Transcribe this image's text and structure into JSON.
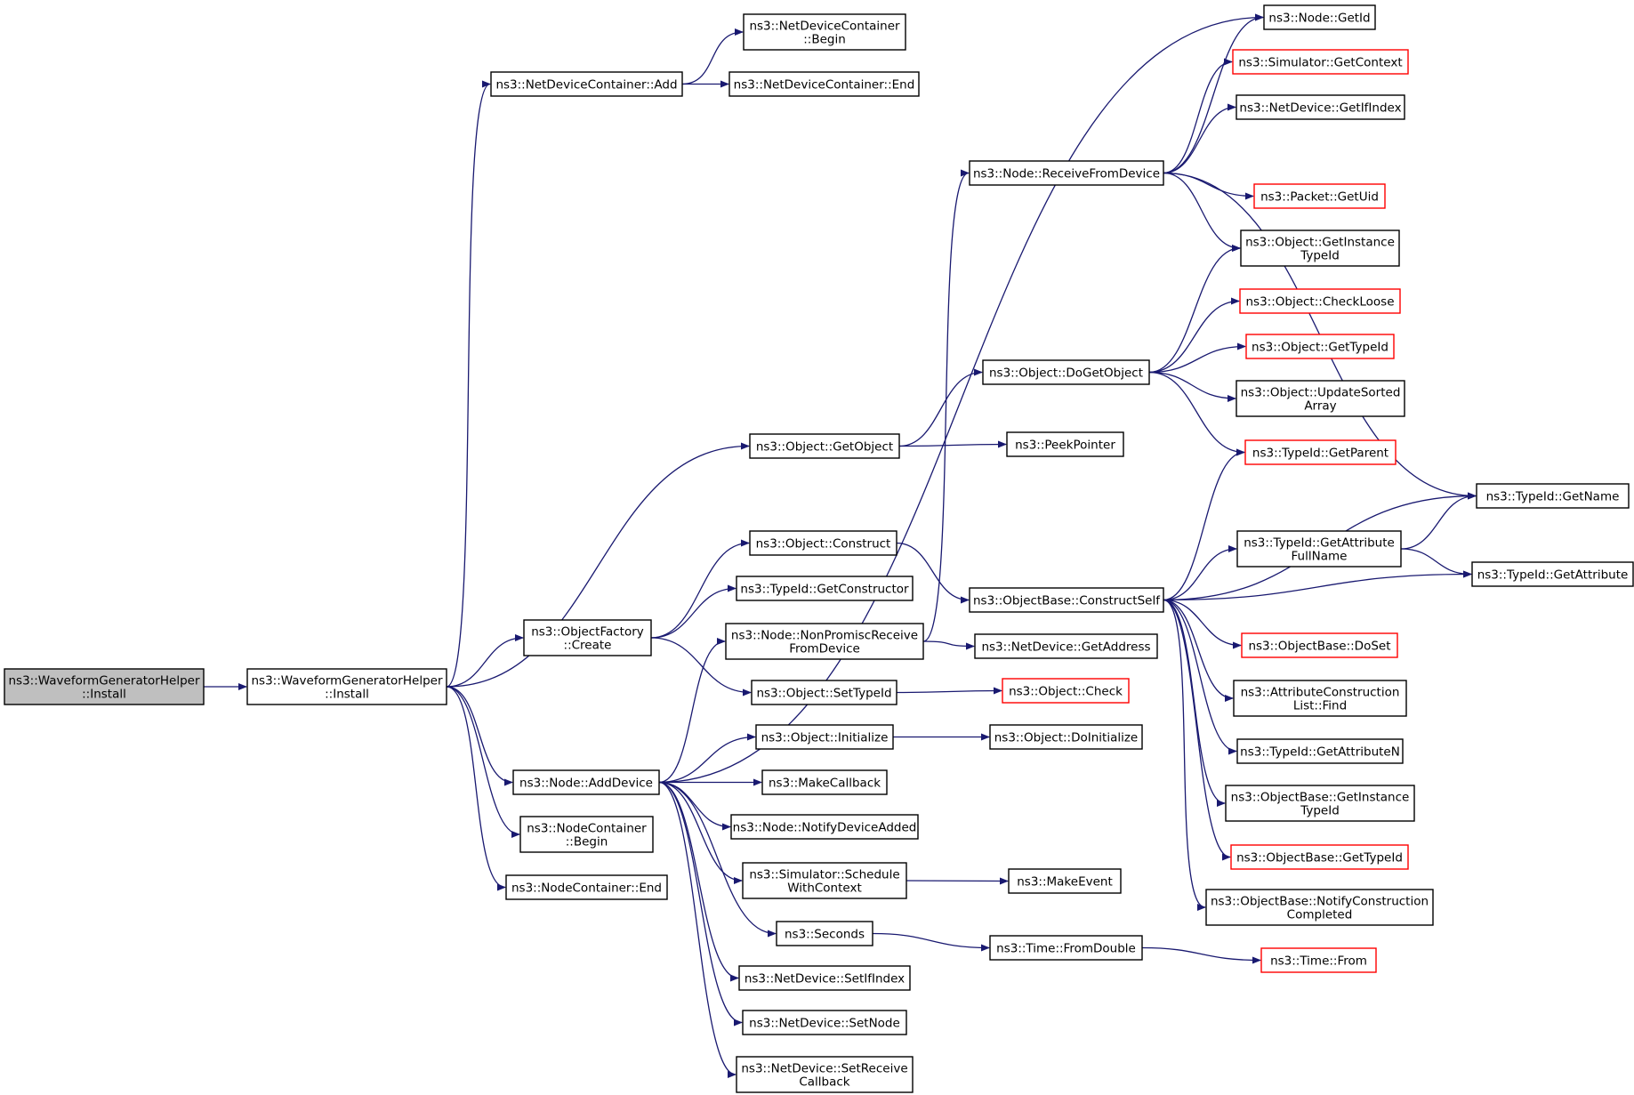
{
  "graph": {
    "nodes": [
      {
        "id": "wgh_install_root",
        "lines": [
          "ns3::WaveformGeneratorHelper",
          "::Install"
        ],
        "style": "root"
      },
      {
        "id": "wgh_install",
        "lines": [
          "ns3::WaveformGeneratorHelper",
          "::Install"
        ],
        "style": "normal"
      },
      {
        "id": "ndc_add",
        "lines": [
          "ns3::NetDeviceContainer::Add"
        ],
        "style": "normal"
      },
      {
        "id": "ndc_begin",
        "lines": [
          "ns3::NetDeviceContainer",
          "::Begin"
        ],
        "style": "normal"
      },
      {
        "id": "ndc_end",
        "lines": [
          "ns3::NetDeviceContainer::End"
        ],
        "style": "normal"
      },
      {
        "id": "objfactory_create",
        "lines": [
          "ns3::ObjectFactory",
          "::Create"
        ],
        "style": "normal"
      },
      {
        "id": "obj_getobject",
        "lines": [
          "ns3::Object::GetObject"
        ],
        "style": "normal"
      },
      {
        "id": "obj_construct",
        "lines": [
          "ns3::Object::Construct"
        ],
        "style": "normal"
      },
      {
        "id": "typeid_getconstructor",
        "lines": [
          "ns3::TypeId::GetConstructor"
        ],
        "style": "normal"
      },
      {
        "id": "node_nonpromisc",
        "lines": [
          "ns3::Node::NonPromiscReceive",
          "FromDevice"
        ],
        "style": "normal"
      },
      {
        "id": "obj_settypeid",
        "lines": [
          "ns3::Object::SetTypeId"
        ],
        "style": "normal"
      },
      {
        "id": "obj_initialize",
        "lines": [
          "ns3::Object::Initialize"
        ],
        "style": "normal"
      },
      {
        "id": "node_adddevice",
        "lines": [
          "ns3::Node::AddDevice"
        ],
        "style": "normal"
      },
      {
        "id": "makecallback",
        "lines": [
          "ns3::MakeCallback"
        ],
        "style": "normal"
      },
      {
        "id": "node_notifydeviceadded",
        "lines": [
          "ns3::Node::NotifyDeviceAdded"
        ],
        "style": "normal"
      },
      {
        "id": "sim_schedulewithcontext",
        "lines": [
          "ns3::Simulator::Schedule",
          "WithContext"
        ],
        "style": "normal"
      },
      {
        "id": "seconds",
        "lines": [
          "ns3::Seconds"
        ],
        "style": "normal"
      },
      {
        "id": "nd_setifindex",
        "lines": [
          "ns3::NetDevice::SetIfIndex"
        ],
        "style": "normal"
      },
      {
        "id": "nd_setnode",
        "lines": [
          "ns3::NetDevice::SetNode"
        ],
        "style": "normal"
      },
      {
        "id": "nd_setreceivecallback",
        "lines": [
          "ns3::NetDevice::SetReceive",
          "Callback"
        ],
        "style": "normal"
      },
      {
        "id": "nc_begin",
        "lines": [
          "ns3::NodeContainer",
          "::Begin"
        ],
        "style": "normal"
      },
      {
        "id": "nc_end",
        "lines": [
          "ns3::NodeContainer::End"
        ],
        "style": "normal"
      },
      {
        "id": "node_receivefromdevice",
        "lines": [
          "ns3::Node::ReceiveFromDevice"
        ],
        "style": "normal"
      },
      {
        "id": "obj_dogetobject",
        "lines": [
          "ns3::Object::DoGetObject"
        ],
        "style": "normal"
      },
      {
        "id": "peekpointer",
        "lines": [
          "ns3::PeekPointer"
        ],
        "style": "normal"
      },
      {
        "id": "objbase_constructself",
        "lines": [
          "ns3::ObjectBase::ConstructSelf"
        ],
        "style": "normal"
      },
      {
        "id": "nd_getaddress",
        "lines": [
          "ns3::NetDevice::GetAddress"
        ],
        "style": "normal"
      },
      {
        "id": "obj_check",
        "lines": [
          "ns3::Object::Check"
        ],
        "style": "partial"
      },
      {
        "id": "obj_doinitialize",
        "lines": [
          "ns3::Object::DoInitialize"
        ],
        "style": "normal"
      },
      {
        "id": "makeevent",
        "lines": [
          "ns3::MakeEvent"
        ],
        "style": "normal"
      },
      {
        "id": "time_fromdouble",
        "lines": [
          "ns3::Time::FromDouble"
        ],
        "style": "normal"
      },
      {
        "id": "node_getid",
        "lines": [
          "ns3::Node::GetId"
        ],
        "style": "normal"
      },
      {
        "id": "sim_getcontext",
        "lines": [
          "ns3::Simulator::GetContext"
        ],
        "style": "partial"
      },
      {
        "id": "nd_getifindex",
        "lines": [
          "ns3::NetDevice::GetIfIndex"
        ],
        "style": "normal"
      },
      {
        "id": "packet_getuid",
        "lines": [
          "ns3::Packet::GetUid"
        ],
        "style": "partial"
      },
      {
        "id": "obj_getinstancetypeid",
        "lines": [
          "ns3::Object::GetInstance",
          "TypeId"
        ],
        "style": "normal"
      },
      {
        "id": "obj_checkloose",
        "lines": [
          "ns3::Object::CheckLoose"
        ],
        "style": "partial"
      },
      {
        "id": "obj_gettypeid",
        "lines": [
          "ns3::Object::GetTypeId"
        ],
        "style": "partial"
      },
      {
        "id": "obj_updatesortedarray",
        "lines": [
          "ns3::Object::UpdateSorted",
          "Array"
        ],
        "style": "normal"
      },
      {
        "id": "typeid_getparent",
        "lines": [
          "ns3::TypeId::GetParent"
        ],
        "style": "partial"
      },
      {
        "id": "typeid_getattributefullname",
        "lines": [
          "ns3::TypeId::GetAttribute",
          "FullName"
        ],
        "style": "normal"
      },
      {
        "id": "objbase_doset",
        "lines": [
          "ns3::ObjectBase::DoSet"
        ],
        "style": "partial"
      },
      {
        "id": "attrconstructionlist_find",
        "lines": [
          "ns3::AttributeConstruction",
          "List::Find"
        ],
        "style": "normal"
      },
      {
        "id": "typeid_getattributen",
        "lines": [
          "ns3::TypeId::GetAttributeN"
        ],
        "style": "normal"
      },
      {
        "id": "objbase_getinstancetypeid",
        "lines": [
          "ns3::ObjectBase::GetInstance",
          "TypeId"
        ],
        "style": "normal"
      },
      {
        "id": "objbase_gettypeid",
        "lines": [
          "ns3::ObjectBase::GetTypeId"
        ],
        "style": "partial"
      },
      {
        "id": "objbase_notifyconstructioncompleted",
        "lines": [
          "ns3::ObjectBase::NotifyConstruction",
          "Completed"
        ],
        "style": "normal"
      },
      {
        "id": "time_from",
        "lines": [
          "ns3::Time::From"
        ],
        "style": "partial"
      },
      {
        "id": "typeid_getname",
        "lines": [
          "ns3::TypeId::GetName"
        ],
        "style": "normal"
      },
      {
        "id": "typeid_getattribute",
        "lines": [
          "ns3::TypeId::GetAttribute"
        ],
        "style": "normal"
      }
    ],
    "edges": [
      [
        "wgh_install_root",
        "wgh_install"
      ],
      [
        "wgh_install",
        "ndc_add"
      ],
      [
        "wgh_install",
        "obj_getobject"
      ],
      [
        "wgh_install",
        "objfactory_create"
      ],
      [
        "wgh_install",
        "node_adddevice"
      ],
      [
        "wgh_install",
        "nc_begin"
      ],
      [
        "wgh_install",
        "nc_end"
      ],
      [
        "ndc_add",
        "ndc_begin"
      ],
      [
        "ndc_add",
        "ndc_end"
      ],
      [
        "objfactory_create",
        "obj_construct"
      ],
      [
        "objfactory_create",
        "typeid_getconstructor"
      ],
      [
        "objfactory_create",
        "obj_settypeid"
      ],
      [
        "obj_getobject",
        "obj_dogetobject"
      ],
      [
        "obj_getobject",
        "peekpointer"
      ],
      [
        "obj_construct",
        "objbase_constructself"
      ],
      [
        "node_nonpromisc",
        "node_receivefromdevice"
      ],
      [
        "node_nonpromisc",
        "nd_getaddress"
      ],
      [
        "obj_settypeid",
        "obj_check"
      ],
      [
        "obj_initialize",
        "obj_doinitialize"
      ],
      [
        "node_adddevice",
        "node_getid"
      ],
      [
        "node_adddevice",
        "node_nonpromisc"
      ],
      [
        "node_adddevice",
        "obj_initialize"
      ],
      [
        "node_adddevice",
        "makecallback"
      ],
      [
        "node_adddevice",
        "node_notifydeviceadded"
      ],
      [
        "node_adddevice",
        "sim_schedulewithcontext"
      ],
      [
        "node_adddevice",
        "seconds"
      ],
      [
        "node_adddevice",
        "nd_setifindex"
      ],
      [
        "node_adddevice",
        "nd_setnode"
      ],
      [
        "node_adddevice",
        "nd_setreceivecallback"
      ],
      [
        "sim_schedulewithcontext",
        "makeevent"
      ],
      [
        "seconds",
        "time_fromdouble"
      ],
      [
        "time_fromdouble",
        "time_from"
      ],
      [
        "node_receivefromdevice",
        "node_getid"
      ],
      [
        "node_receivefromdevice",
        "sim_getcontext"
      ],
      [
        "node_receivefromdevice",
        "nd_getifindex"
      ],
      [
        "node_receivefromdevice",
        "typeid_getname"
      ],
      [
        "node_receivefromdevice",
        "packet_getuid"
      ],
      [
        "node_receivefromdevice",
        "obj_getinstancetypeid"
      ],
      [
        "obj_dogetobject",
        "obj_getinstancetypeid"
      ],
      [
        "obj_dogetobject",
        "obj_checkloose"
      ],
      [
        "obj_dogetobject",
        "obj_gettypeid"
      ],
      [
        "obj_dogetobject",
        "obj_updatesortedarray"
      ],
      [
        "obj_dogetobject",
        "typeid_getparent"
      ],
      [
        "objbase_constructself",
        "typeid_getparent"
      ],
      [
        "objbase_constructself",
        "typeid_getname"
      ],
      [
        "objbase_constructself",
        "typeid_getattributefullname"
      ],
      [
        "objbase_constructself",
        "typeid_getattribute"
      ],
      [
        "objbase_constructself",
        "objbase_doset"
      ],
      [
        "objbase_constructself",
        "attrconstructionlist_find"
      ],
      [
        "objbase_constructself",
        "typeid_getattributen"
      ],
      [
        "objbase_constructself",
        "objbase_getinstancetypeid"
      ],
      [
        "objbase_constructself",
        "objbase_gettypeid"
      ],
      [
        "objbase_constructself",
        "objbase_notifyconstructioncompleted"
      ],
      [
        "typeid_getattributefullname",
        "typeid_getname"
      ],
      [
        "typeid_getattributefullname",
        "typeid_getattribute"
      ]
    ]
  },
  "colors": {
    "edge": "#191970",
    "node_border": "#000000",
    "partial_border": "#ff0000",
    "root_fill": "#bfbfbf",
    "background": "#ffffff"
  }
}
